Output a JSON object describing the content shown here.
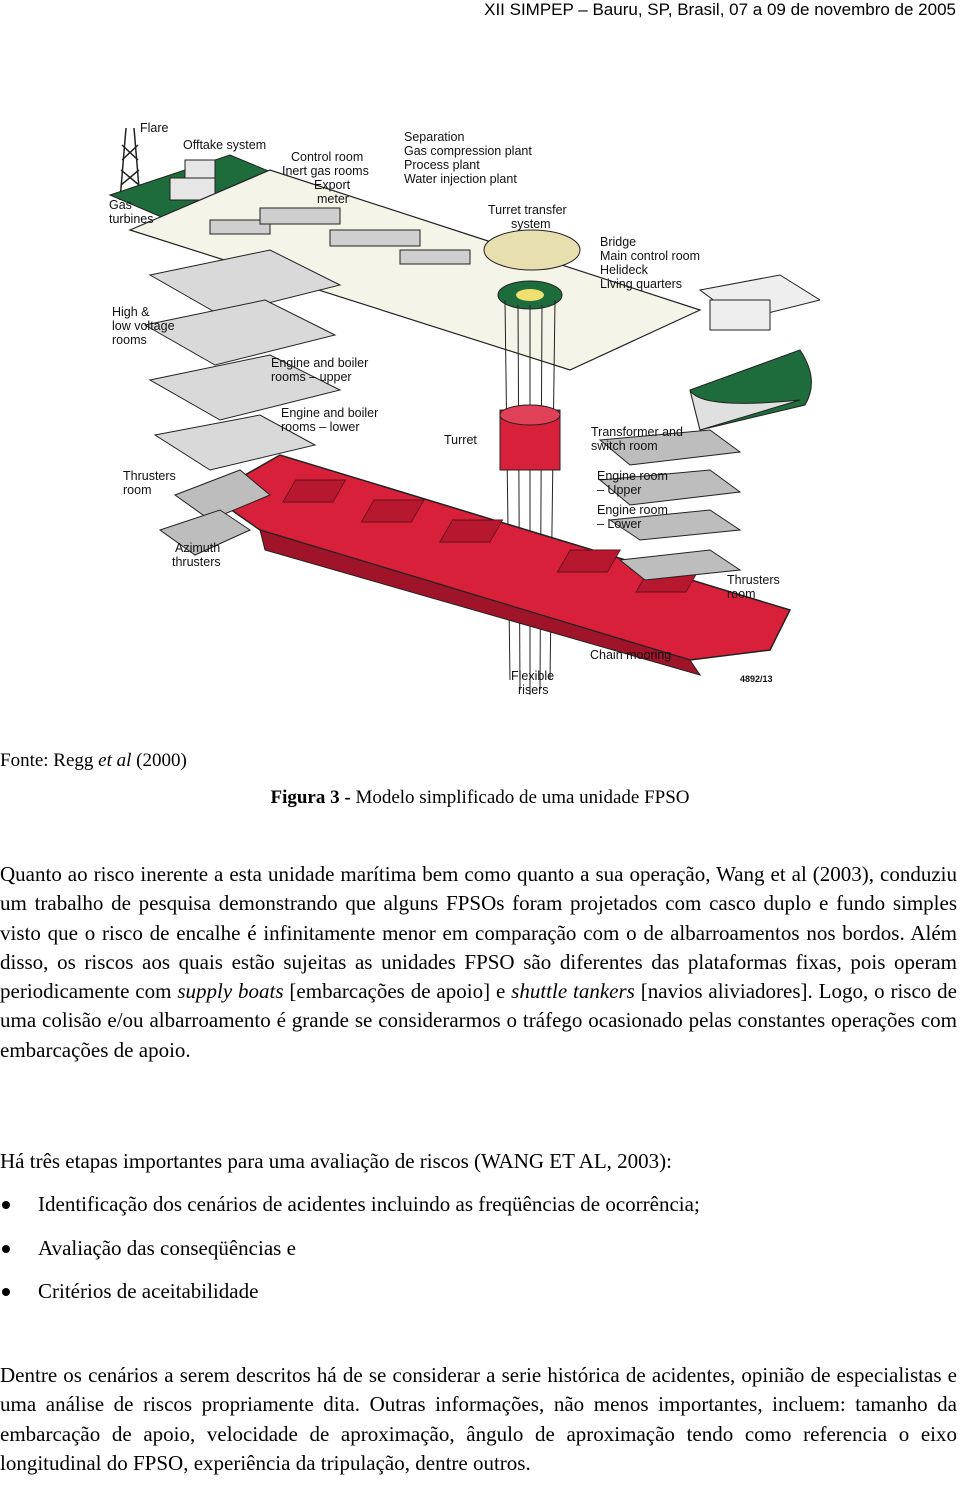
{
  "header": {
    "text": "XII SIMPEP – Bauru, SP, Brasil, 07 a 09 de novembro de 2005"
  },
  "figure": {
    "labels": {
      "flare": "Flare",
      "offtake": "Offtake system",
      "control_room": "Control room",
      "inert_gas": "Inert gas rooms",
      "export": "Export",
      "meter": "meter",
      "separation": "Separation",
      "gas_compression": "Gas compression plant",
      "process_plant": "Process plant",
      "water_injection": "Water injection plant",
      "gas": "Gas",
      "turbines": "turbines",
      "turret_transfer": "Turret transfer",
      "system": "system",
      "bridge": "Bridge",
      "main_control": "Main control room",
      "helideck": "Helideck",
      "living_quarters": "Living quarters",
      "high_and": "High &",
      "low_voltage": "low voltage",
      "rooms": "rooms",
      "engine_boiler_upper_1": "Engine and boiler",
      "engine_boiler_upper_2": "rooms – upper",
      "engine_boiler_lower_1": "Engine and boiler",
      "engine_boiler_lower_2": "rooms – lower",
      "turret": "Turret",
      "transformer_1": "Transformer and",
      "transformer_2": "switch room",
      "thrusters_left_1": "Thrusters",
      "thrusters_left_2": "room",
      "engine_room_upper_1": "Engine room",
      "engine_room_upper_2": "– Upper",
      "engine_room_lower_1": "Engine room",
      "engine_room_lower_2": "– Lower",
      "azimuth_1": "Azimuth",
      "azimuth_2": "thrusters",
      "thrusters_right_1": "Thrusters",
      "thrusters_right_2": "room",
      "chain_mooring": "Chain mooring",
      "flexible_1": "Flexible",
      "flexible_2": "risers",
      "code": "4892/13"
    }
  },
  "source": {
    "prefix": "Fonte: Regg ",
    "italic": "et al",
    "suffix": " (2000)"
  },
  "caption": {
    "bold": "Figura 3 -",
    "text": " Modelo simplificado de uma unidade FPSO"
  },
  "paragraph1": {
    "t1": "Quanto ao risco inerente a esta unidade marítima bem como quanto a sua operação, Wang et al (2003), conduziu um trabalho de pesquisa demonstrando que alguns FPSOs foram projetados com casco duplo e fundo simples visto que o risco de encalhe é infinitamente menor em comparação com o de albarroamentos nos bordos. Além disso, os riscos aos quais estão sujeitas as unidades FPSO são diferentes das plataformas fixas, pois operam periodicamente com ",
    "i1": "supply boats",
    "t2": " [embarcações de apoio] e ",
    "i2": "shuttle tankers",
    "t3": " [navios aliviadores]. Logo, o risco de uma colisão e/ou albarroamento é grande se considerarmos o tráfego ocasionado pelas constantes operações com embarcações de apoio."
  },
  "paragraph2": "Há três etapas importantes para uma avaliação de riscos (WANG ET AL, 2003):",
  "bullets": [
    "Identificação dos cenários de acidentes incluindo as freqüências de ocorrência;",
    "Avaliação das conseqüências e",
    "Critérios de aceitabilidade"
  ],
  "paragraph3": "Dentre os cenários a serem descritos há de se considerar a serie histórica de acidentes, opinião de especialistas e uma análise de riscos propriamente dita. Outras informações, não menos importantes, incluem: tamanho da embarcação de apoio, velocidade de aproximação, ângulo de aproximação tendo como referencia o eixo longitudinal do FPSO, experiência da tripulação, dentre outros.",
  "colors": {
    "hull_red": "#d8203a",
    "deck_green": "#1e6b3c",
    "module_grey": "#bdbdbd",
    "line": "#222222"
  }
}
